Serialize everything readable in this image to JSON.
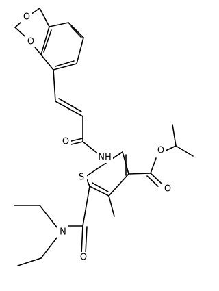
{
  "atoms": {
    "o1": "O",
    "o2": "O",
    "o3": "O",
    "n1": "NH",
    "o4": "O",
    "s1": "S",
    "o5": "O",
    "n2": "N"
  },
  "colors": {
    "bond": "#000000",
    "text": "#000000",
    "background": "#ffffff"
  }
}
